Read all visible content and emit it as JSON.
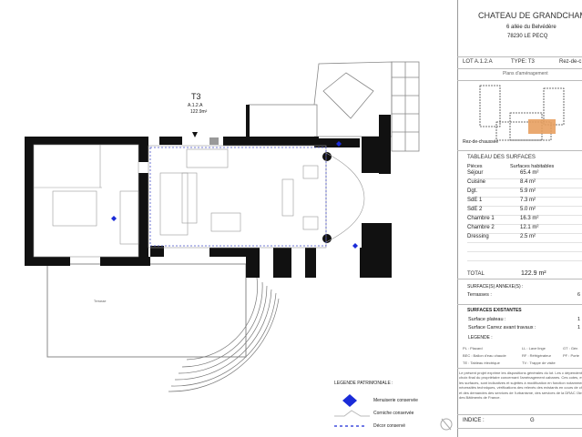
{
  "plan": {
    "unit_type": "T3",
    "lot_ref": "A.1.2.A",
    "area": "122.9m²",
    "terrace_label": "Terrasse"
  },
  "legend_patrimoniale": {
    "title": "LEGENDE PATRIMONIALE :",
    "items": [
      {
        "label": "Menuiserie conservée",
        "symbol": "blue-diamond"
      },
      {
        "label": "Corniche conservée",
        "symbol": "grey-line"
      },
      {
        "label": "Décor conservé",
        "symbol": "blue-dashed-line"
      }
    ],
    "colors": {
      "accent": "#1a2bd8"
    }
  },
  "cartouche": {
    "title": "CHATEAU DE GRANDCHAM",
    "address_line1": "6 allée du Belvédère",
    "address_line2": "78230 LE PECQ",
    "lot": "LOT A.1.2.A",
    "type": "TYPE: T3",
    "level": "Rez-de-c",
    "plans_label": "Plans d'aménagement",
    "thumbnail_label": "Rez-de-chaussée",
    "highlight_color": "#e8a060"
  },
  "surfaces": {
    "title": "TABLEAU DES SURFACES",
    "col_room": "Pièces",
    "col_area": "Surfaces habitables",
    "rows": [
      {
        "room": "Séjour",
        "area": "65.4 m²"
      },
      {
        "room": "Cuisine",
        "area": "8.4 m²"
      },
      {
        "room": "Dgt.",
        "area": "5.9 m²"
      },
      {
        "room": "SdE 1",
        "area": "7.3 m²"
      },
      {
        "room": "SdE 2",
        "area": "5.0 m²"
      },
      {
        "room": "Chambre 1",
        "area": "16.3 m²"
      },
      {
        "room": "Chambre 2",
        "area": "12.1 m²"
      },
      {
        "room": "Dressing",
        "area": "2.5 m²"
      }
    ],
    "total_label": "TOTAL",
    "total_value": "122.9 m²",
    "annex_title": "SURFACE(S) ANNEXE(S) :",
    "terraces_label": "Terrasses :",
    "terraces_value": "6",
    "existing_title": "SURFACES EXISTANTES",
    "plateau_label": "Surface plateau :",
    "plateau_value": "1",
    "carrez_label": "Surface Carrez avant travaux :",
    "carrez_value": "1"
  },
  "legende": {
    "title": "LEGENDE :",
    "items": [
      "PL : Placard",
      "LL : Lave linge",
      "GT : Gén",
      "BEC : Ballon d'eau chaude",
      "RF : Réfrigérateur",
      "PF : Porte",
      "TE : Tableau électrique",
      "TV : Trappe de visite"
    ]
  },
  "disclaimer": "Le présent projet exprime les dispositions générales du lot. Les c dépendent du choix final du propriétaire concernant l'aménagement cabanes. Ces cotes, et donc les surfaces, sont indicatives et sujettes à modification en fonction notamment des nécessités techniques, vérifications des relevés des existants en cours de chantier, et des demandes des services de l'urbanisme, des services de la DRAC l'Architecte des Bâtiments de France.",
  "indice": {
    "label": "INDICE :",
    "value": "G"
  }
}
